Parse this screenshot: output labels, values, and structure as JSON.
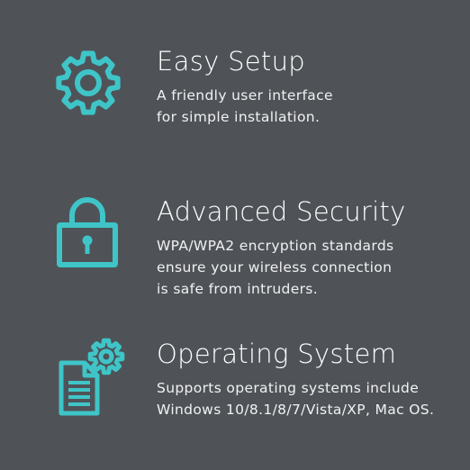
{
  "colors": {
    "background": "#4f5358",
    "accent": "#3fc5c8",
    "text": "#ffffff"
  },
  "features": [
    {
      "icon": "gear-icon",
      "title": "Easy Setup",
      "lines": [
        "A friendly user interface",
        "for simple installation."
      ]
    },
    {
      "icon": "padlock-icon",
      "title": "Advanced Security",
      "lines": [
        "WPA/WPA2 encryption standards",
        "ensure your wireless connection",
        "is safe from intruders."
      ]
    },
    {
      "icon": "document-gear-icon",
      "title": "Operating System",
      "lines": [
        "Supports operating systems include",
        "Windows 10/8.1/8/7/Vista/XP, Mac OS."
      ]
    }
  ]
}
